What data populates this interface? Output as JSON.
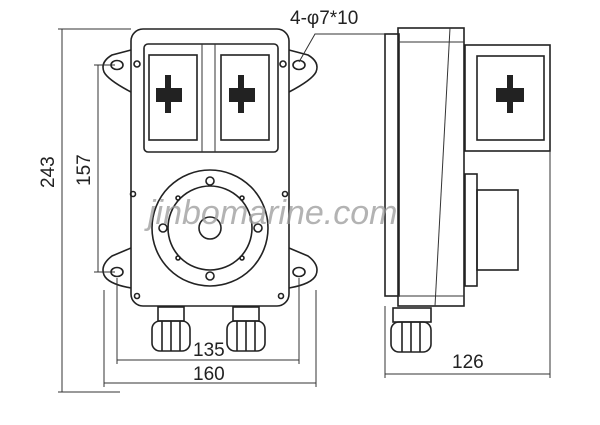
{
  "dimensions": {
    "height_total": "243",
    "height_mount": "157",
    "width_mount": "135",
    "width_total": "160",
    "depth": "126",
    "holes": "4-φ7*10"
  },
  "watermark": "jinbomarine.com",
  "colors": {
    "line": "#222222",
    "watermark": "#9a9a9a"
  }
}
